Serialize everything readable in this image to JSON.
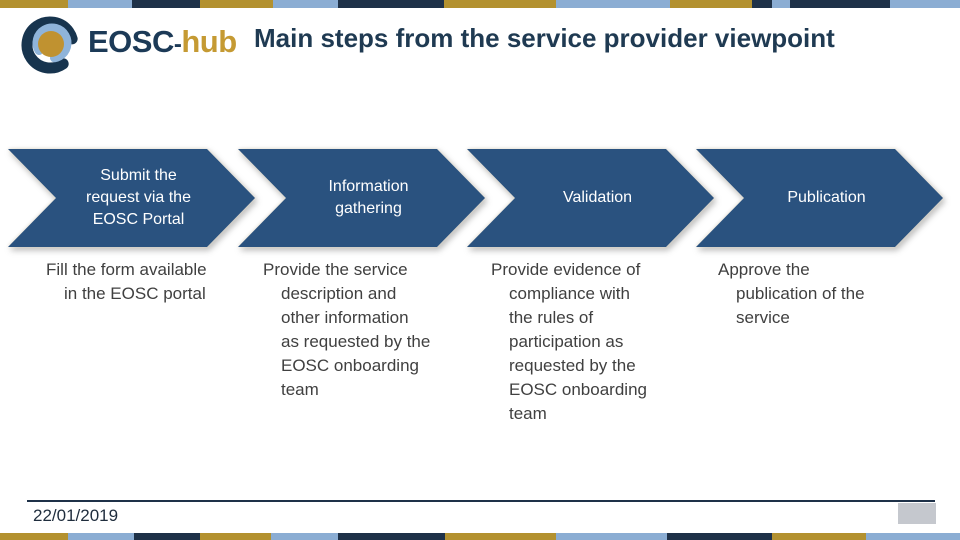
{
  "title": "Main steps from the service provider viewpoint",
  "logo": {
    "text_primary": "EOSC",
    "text_hyphen": "-",
    "text_secondary": "hub"
  },
  "steps": [
    {
      "label": "Submit the\nrequest via the\nEOSC Portal",
      "description": "Fill the form available\nin the EOSC portal"
    },
    {
      "label": "Information\ngathering",
      "description": "Provide the service\ndescription and\nother information\nas requested by the\nEOSC onboarding\nteam"
    },
    {
      "label": "Validation",
      "description": "Provide evidence of\ncompliance with\nthe rules of\nparticipation as\nrequested by the\nEOSC onboarding\nteam"
    },
    {
      "label": "Publication",
      "description": "Approve the\npublication of the\nservice"
    }
  ],
  "footer": {
    "date": "22/01/2019"
  },
  "colors": {
    "gold": "#b3912f",
    "blue": "#8badd3",
    "navy": "#1e3148",
    "chevron": "#2a527f",
    "title": "#1f3a52",
    "navy_logo": "#1c3a57",
    "gold_logo": "#c59a33"
  },
  "decorative_bars": {
    "top": [
      {
        "color": "gold",
        "width": 68
      },
      {
        "color": "blue",
        "width": 64
      },
      {
        "color": "navy",
        "width": 68
      },
      {
        "color": "gold",
        "width": 73
      },
      {
        "color": "blue",
        "width": 65
      },
      {
        "color": "navy",
        "width": 106
      },
      {
        "color": "gold",
        "width": 112
      },
      {
        "color": "blue",
        "width": 114
      },
      {
        "color": "gold",
        "width": 82
      },
      {
        "color": "navy",
        "width": 20
      },
      {
        "color": "blue",
        "width": 18
      },
      {
        "color": "navy",
        "width": 100
      },
      {
        "color": "blue",
        "width": 70
      }
    ],
    "bottom": [
      {
        "color": "gold",
        "width": 68
      },
      {
        "color": "blue",
        "width": 66
      },
      {
        "color": "navy",
        "width": 66
      },
      {
        "color": "gold",
        "width": 71
      },
      {
        "color": "blue",
        "width": 67
      },
      {
        "color": "navy",
        "width": 107
      },
      {
        "color": "gold",
        "width": 111
      },
      {
        "color": "blue",
        "width": 111
      },
      {
        "color": "navy",
        "width": 105
      },
      {
        "color": "gold",
        "width": 94
      },
      {
        "color": "blue",
        "width": 94
      }
    ]
  }
}
